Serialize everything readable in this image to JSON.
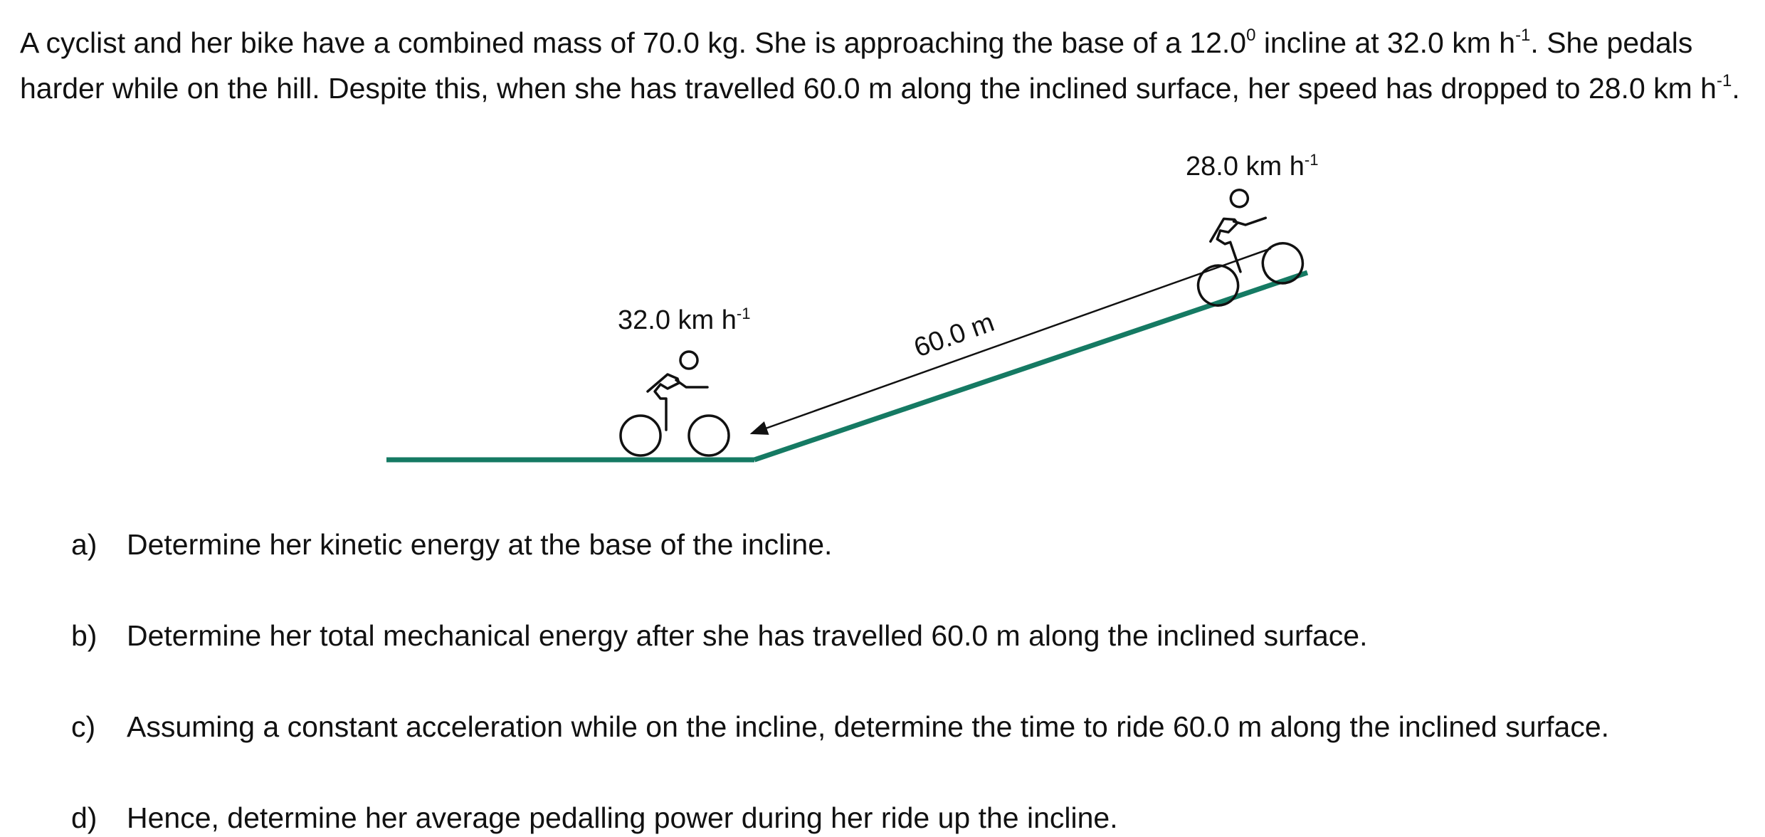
{
  "intro": {
    "part1": "A cyclist and her bike have a combined mass of 70.0 kg. She is approaching the base of a 12.0",
    "degree_sup": "0",
    "part2": " incline at 32.0 km h",
    "unit_sup": "-1",
    "part3": ". She pedals harder while on the hill. Despite this, when she has travelled 60.0 m along the inclined surface, her speed has dropped to 28.0 km h",
    "unit_sup2": "-1",
    "part4": "."
  },
  "diagram": {
    "speed_bottom": "32.0 km h",
    "speed_bottom_sup": "-1",
    "speed_top": "28.0 km h",
    "speed_top_sup": "-1",
    "distance": "60.0 m",
    "ground_color": "#157a63"
  },
  "questions": [
    {
      "letter": "a)",
      "text": "Determine her kinetic energy at the base of the incline."
    },
    {
      "letter": "b)",
      "text": "Determine her total mechanical energy after she has travelled 60.0 m along the inclined surface."
    },
    {
      "letter": "c)",
      "text": "Assuming a constant acceleration while on the incline, determine the time to ride 60.0 m along the inclined surface."
    },
    {
      "letter": "d)",
      "text": "Hence, determine her average pedalling power during her ride up the incline."
    }
  ]
}
